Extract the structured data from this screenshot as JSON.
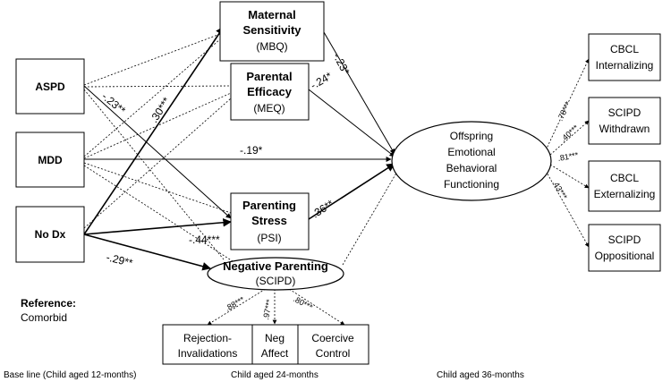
{
  "nodes": {
    "aspd": "ASPD",
    "mdd": "MDD",
    "nodx": "No Dx",
    "maternal_sensitivity": [
      "Maternal",
      "Sensitivity",
      "(MBQ)"
    ],
    "parental_efficacy": [
      "Parental",
      "Efficacy",
      "(MEQ)"
    ],
    "parenting_stress": [
      "Parenting",
      "Stress",
      "(PSI)"
    ],
    "negative_parenting": [
      "Negative Parenting",
      "(SCIPD)"
    ],
    "offspring": [
      "Offspring",
      "Emotional",
      "Behavioral",
      "Functioning"
    ],
    "cbcl_internalizing": [
      "CBCL",
      "Internalizing"
    ],
    "scipd_withdrawn": [
      "SCIPD",
      "Withdrawn"
    ],
    "cbcl_externalizing": [
      "CBCL",
      "Externalizing"
    ],
    "scipd_oppositional": [
      "SCIPD",
      "Oppositional"
    ],
    "rejection": [
      "Rejection-",
      "Invalidations"
    ],
    "neg_affect": [
      "Neg",
      "Affect"
    ],
    "coercive": [
      "Coercive",
      "Control"
    ]
  },
  "reference": {
    "label": "Reference",
    "colon": ":",
    "value": "Comorbid"
  },
  "coefficients": {
    "mbq_to_outcome": "-.23*",
    "meq_to_outcome": "-.24*",
    "mdd_to_outcome": "-.19*",
    "psi_to_outcome": ".36**",
    "aspd_to_psi": "-.23**",
    "nodx_to_mbq": ".30***",
    "nodx_to_psi": "-.44***",
    "nodx_to_negpar": "-.29**",
    "load_internalizing": ".78***",
    "load_withdrawn": ".40***",
    "load_externalizing": ".81***",
    "load_oppositional": ".43***",
    "load_rejection": ".88***",
    "load_negaffect": ".97***",
    "load_coercive": ".80***"
  },
  "footer": {
    "baseline": "Base line (Child aged 12-months)",
    "t24": "Child aged 24-months",
    "t36": "Child aged 36-months"
  }
}
